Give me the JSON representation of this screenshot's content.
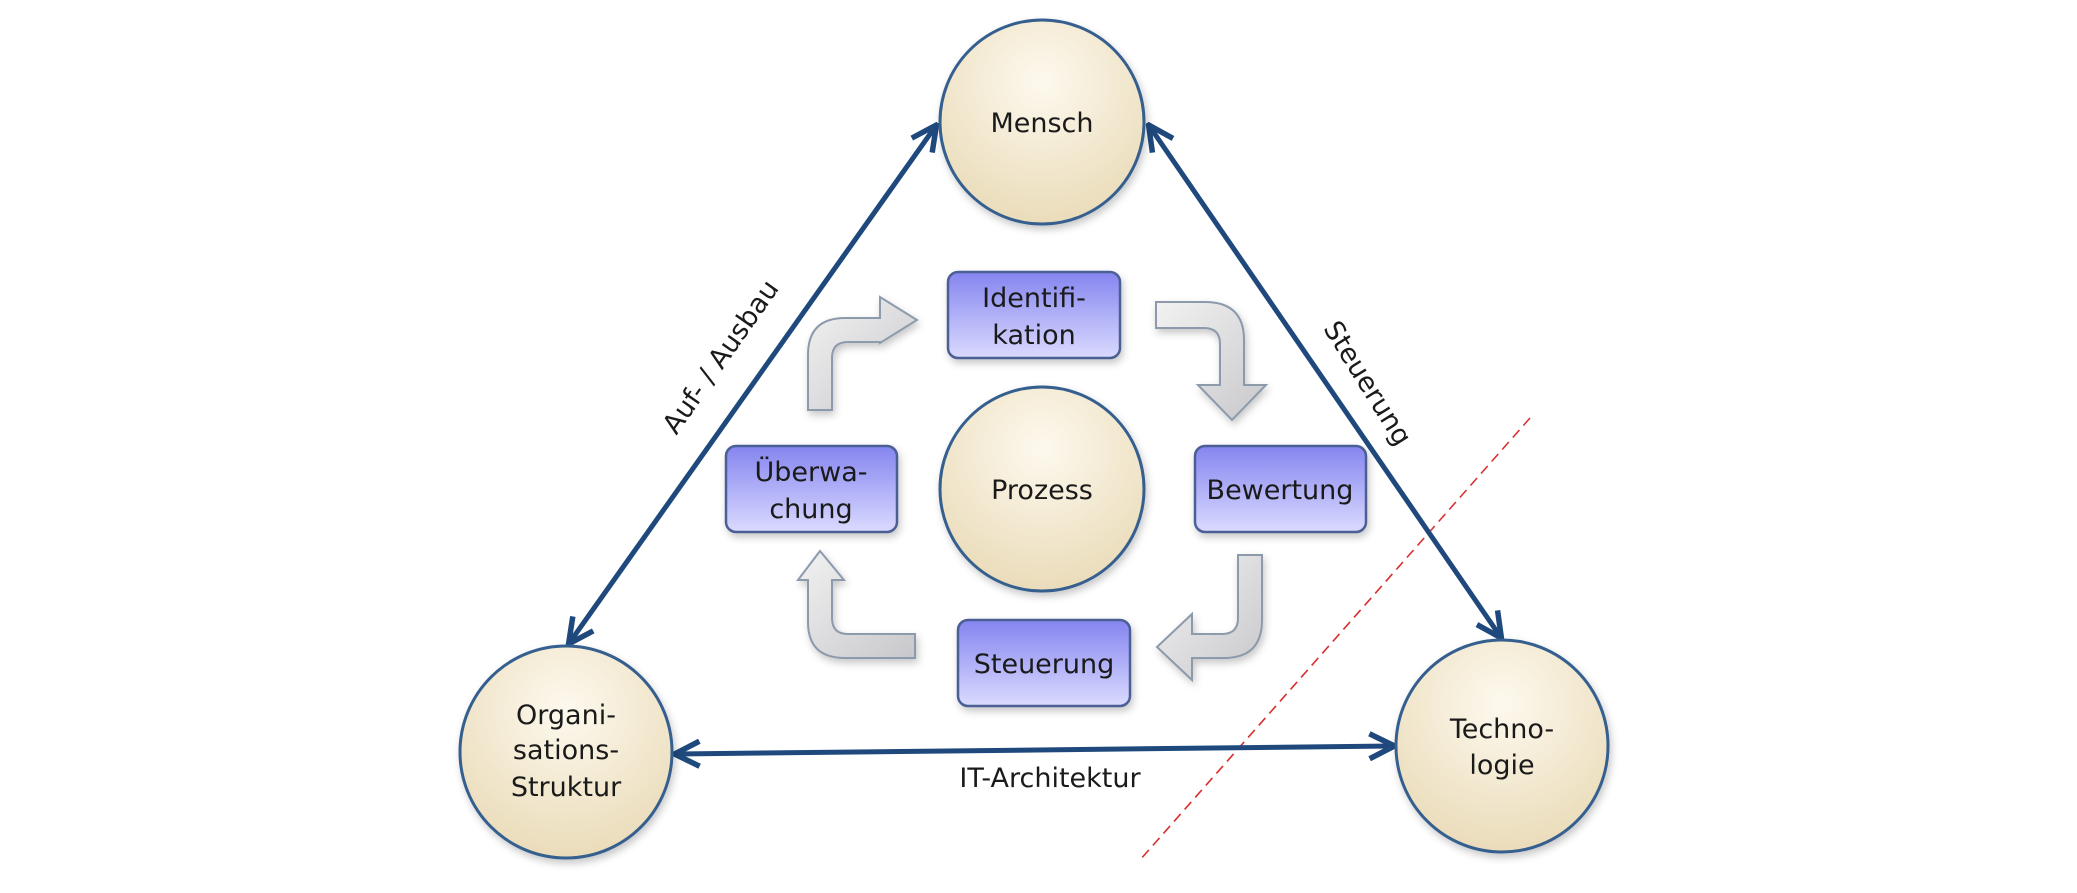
{
  "nodes": {
    "mensch": [
      "Mensch"
    ],
    "organisation": [
      "Organi-",
      "sations-",
      "Struktur"
    ],
    "technologie": [
      "Techno-",
      "logie"
    ],
    "prozess": [
      "Prozess"
    ]
  },
  "boxes": {
    "identifikation": [
      "Identifi-",
      "kation"
    ],
    "bewertung": [
      "Bewertung"
    ],
    "steuerung": [
      "Steuerung"
    ],
    "ueberwachung": [
      "Überwa-",
      "chung"
    ]
  },
  "edges": {
    "left": "Auf- / Ausbau",
    "right": "Steuerung",
    "bottom": "IT-Architektur"
  },
  "colors": {
    "circle_fill_light": "#fbf5e6",
    "circle_fill_dark": "#e8d8b0",
    "circle_stroke": "#365f8e",
    "box_fill_light": "#d4d4ff",
    "box_fill_dark": "#8a8af2",
    "box_stroke": "#4c5f95",
    "arrow_line": "#1f497d",
    "cycle_arrow_fill": "#d9d9d9",
    "cycle_arrow_stroke": "#8c9aab",
    "divider": "#d93030"
  }
}
